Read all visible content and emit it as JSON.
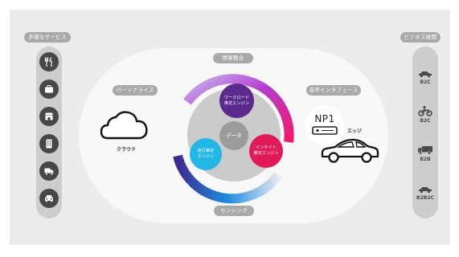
{
  "left": {
    "title": "多様なサービス",
    "items": [
      {
        "icon": "utensils-icon"
      },
      {
        "icon": "briefcase-icon"
      },
      {
        "icon": "storefront-icon"
      },
      {
        "icon": "building-icon"
      },
      {
        "icon": "delivery-truck-icon"
      },
      {
        "icon": "car-front-icon"
      }
    ]
  },
  "right": {
    "title": "ビジネス展開",
    "items": [
      {
        "icon": "car-side-icon",
        "label": "B2C"
      },
      {
        "icon": "motorcycle-icon",
        "label": "B2C"
      },
      {
        "icon": "truck-icon",
        "label": "B2B"
      },
      {
        "icon": "car-side-icon",
        "label": "B2B2C"
      }
    ]
  },
  "center": {
    "top_pill": "情報整合",
    "bottom_pill": "センシング",
    "core_label": "データ",
    "engines": [
      {
        "line1": "ワークロード",
        "line2": "推定エンジン",
        "color": "#5b2a8c"
      },
      {
        "line1": "走行推定",
        "line2": "エンジン",
        "color": "#22b7e6"
      },
      {
        "line1": "インサイト",
        "line2": "推定エンジン",
        "color": "#e0195a"
      }
    ]
  },
  "cloud": {
    "pill": "パーソナライズ",
    "label": "クラウド"
  },
  "edge": {
    "pill": "音声インタフェース",
    "device": "NP1",
    "label": "エッジ"
  },
  "colors": {
    "purple": "#5b2a8c",
    "cyan": "#22b7e6",
    "magenta": "#e0195a",
    "pill": "#a9a9a9",
    "dark_icon": "#474747"
  }
}
